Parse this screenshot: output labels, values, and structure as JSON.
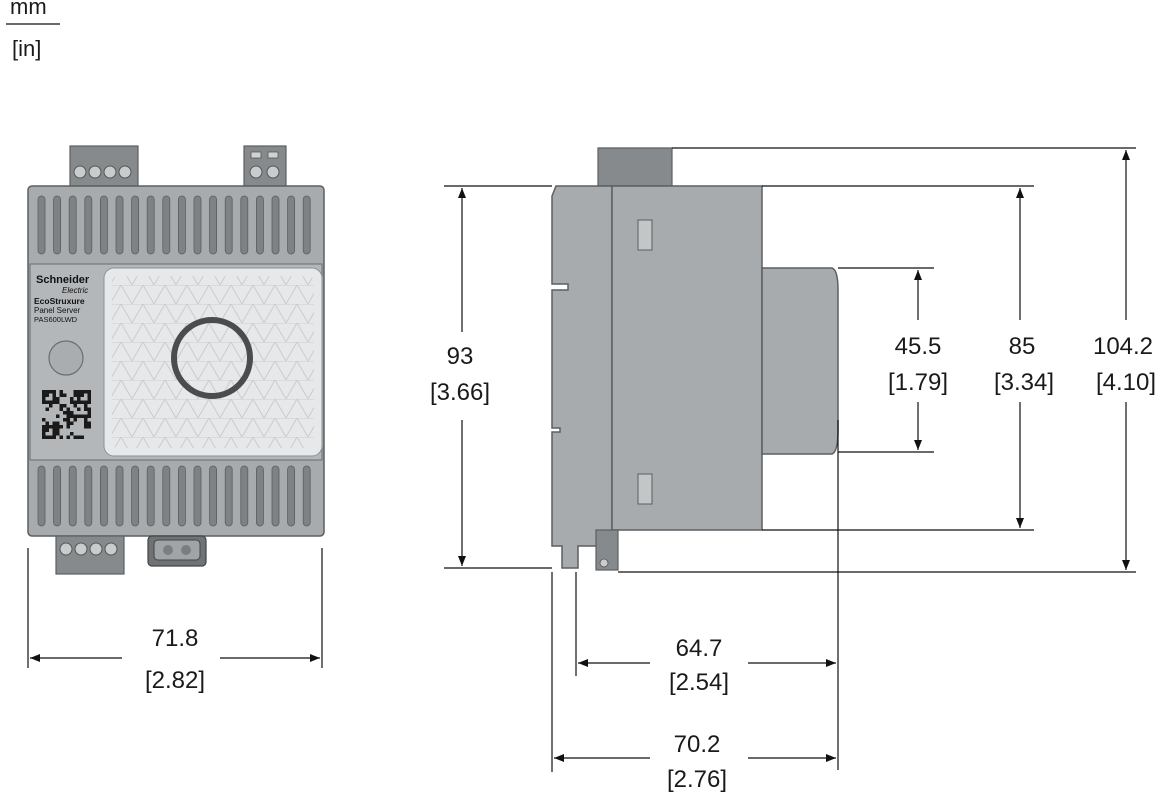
{
  "units": {
    "primary": "mm",
    "secondary": "[in]"
  },
  "front_view": {
    "brand": "Schneider",
    "brand_sub": "Electric",
    "product_line": "EcoStruxure",
    "product_name": "Panel Server",
    "model": "PAS600LWD",
    "width": {
      "mm": "71.8",
      "in": "[2.82]"
    }
  },
  "side_view": {
    "total_height": {
      "mm": "93",
      "in": "[3.66]"
    },
    "window_height": {
      "mm": "45.5",
      "in": "[1.79]"
    },
    "body_height": {
      "mm": "85",
      "in": "[3.34]"
    },
    "overall_height": {
      "mm": "104.2",
      "in": "[4.10]"
    },
    "depth_body": {
      "mm": "64.7",
      "in": "[2.54]"
    },
    "depth_total": {
      "mm": "70.2",
      "in": "[2.76]"
    }
  }
}
